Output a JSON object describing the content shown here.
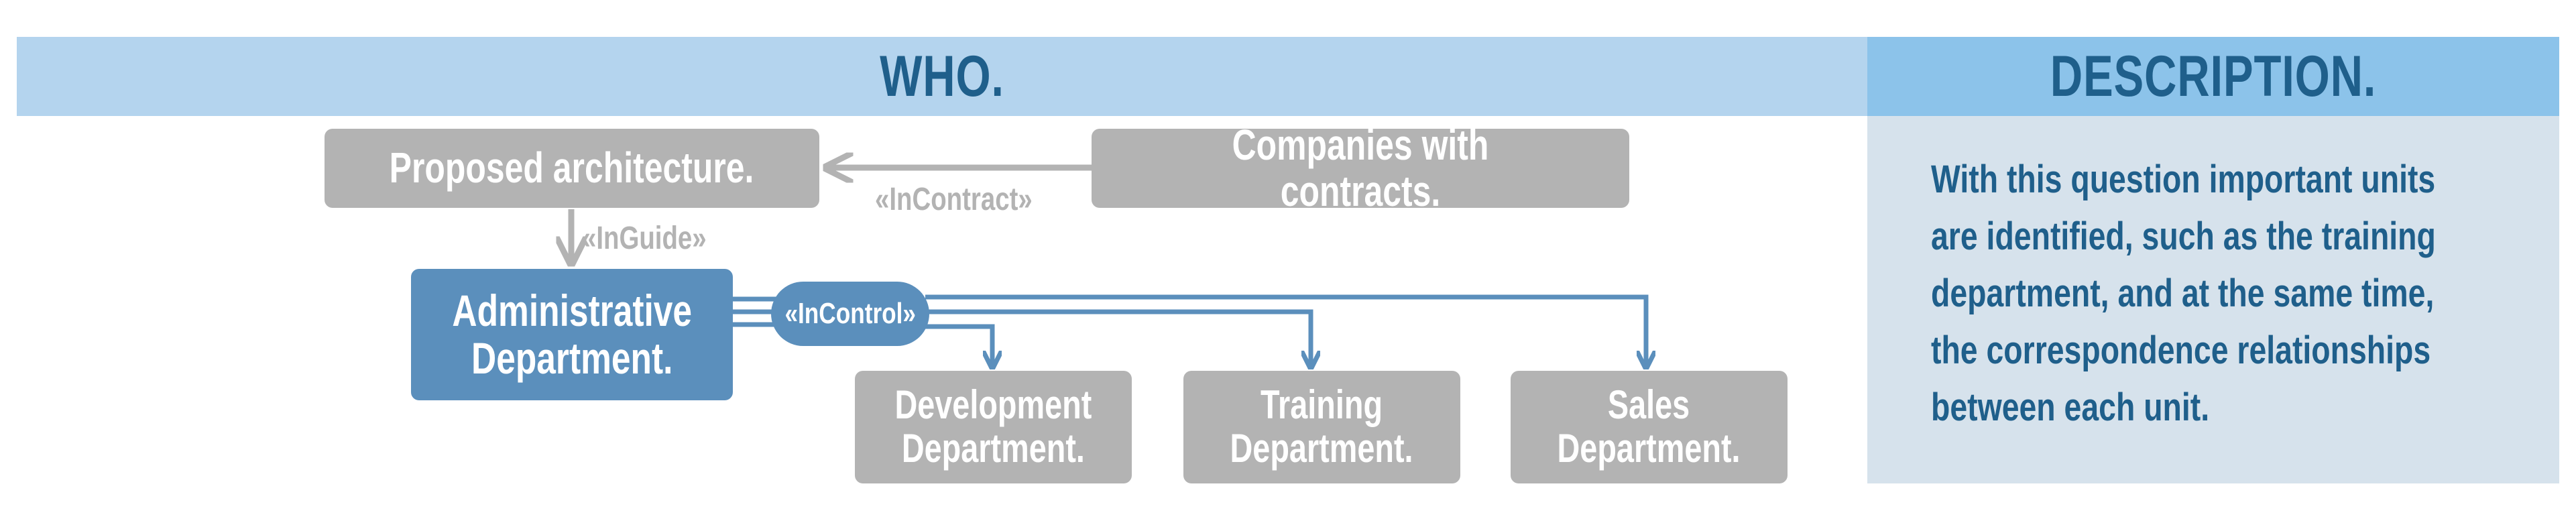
{
  "header": {
    "who": "WHO.",
    "description": "DESCRIPTION."
  },
  "diagram": {
    "proposed_architecture": "Proposed architecture.",
    "companies_with_contracts": "Companies with contracts.",
    "administrative_department": "Administrative\nDepartment.",
    "development_department": "Development\nDepartment.",
    "training_department": "Training\nDepartment.",
    "sales_department": "Sales\nDepartment.",
    "in_contract": "«InContract»",
    "in_guide": "«InGuide»",
    "in_control": "«InControl»"
  },
  "description_lines": [
    "With this question important units",
    "are identified, such as the training",
    "department, and at the same time,",
    "the correspondence relationships",
    "between each unit."
  ],
  "colors": {
    "header_light": "#b4d4ee",
    "header_dark": "#8cc3ea",
    "panel": "#d6e2ec",
    "box_gray": "#b3b3b3",
    "box_blue": "#5b8fbc",
    "text_dark_blue": "#1f5f8b"
  }
}
